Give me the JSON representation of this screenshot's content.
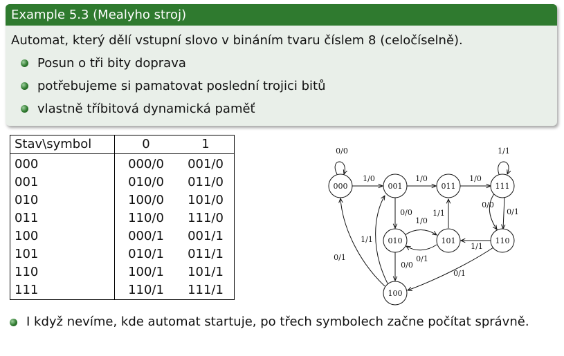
{
  "block": {
    "title": "Example 5.3 (Mealyho stroj)",
    "intro": "Automat, který dělí vstupní slovo v bináním tvaru číslem 8 (celočíselně).",
    "bullets": [
      "Posun o tři bity doprava",
      "potřebujeme si pamatovat poslední trojici bitů",
      "vlastně tříbitová dynamická paměť"
    ]
  },
  "table": {
    "headers": [
      "Stav\\symbol",
      "0",
      "1"
    ],
    "rows": [
      [
        "000",
        "000/0",
        "001/0"
      ],
      [
        "001",
        "010/0",
        "011/0"
      ],
      [
        "010",
        "100/0",
        "101/0"
      ],
      [
        "011",
        "110/0",
        "111/0"
      ],
      [
        "100",
        "000/1",
        "001/1"
      ],
      [
        "101",
        "010/1",
        "011/1"
      ],
      [
        "110",
        "100/1",
        "101/1"
      ],
      [
        "111",
        "110/1",
        "111/1"
      ]
    ]
  },
  "diagram": {
    "states": [
      "000",
      "001",
      "011",
      "111",
      "010",
      "101",
      "110",
      "100"
    ],
    "edge_labels": {
      "e000_000": "0/0",
      "e000_001": "1/0",
      "e001_011": "1/0",
      "e011_111": "1/0",
      "e111_111": "1/1",
      "e001_010": "0/0",
      "e010_101": "1/0",
      "e101_011": "1/1",
      "e111_110": "0/0",
      "e111_110b": "0/1",
      "e101_010": "0/1",
      "e110_101": "1/1",
      "e100_001": "1/1",
      "e100_000": "0/1",
      "e010_100": "0/0",
      "e110_100": "0/1"
    }
  },
  "footer": {
    "note": "I když nevíme, kde automat startuje, po třech symbolech začne počítat správně."
  },
  "colors": {
    "title_bar": "#2f7a2f",
    "block_bg": "#e9efe9"
  }
}
